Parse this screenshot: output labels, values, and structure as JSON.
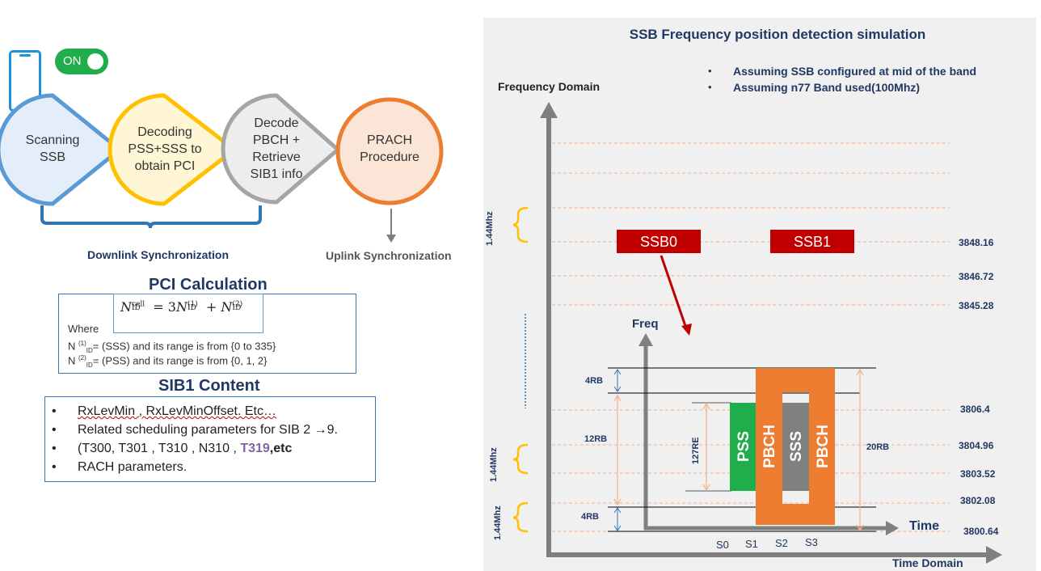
{
  "left": {
    "toggle_label": "ON",
    "steps": [
      {
        "lines": [
          "Scanning",
          "SSB"
        ]
      },
      {
        "lines": [
          "Decoding",
          "PSS+SSS to",
          "obtain PCI"
        ]
      },
      {
        "lines": [
          "Decode",
          "PBCH +",
          "Retrieve",
          "SIB1 info"
        ]
      },
      {
        "lines": [
          "PRACH",
          "Procedure"
        ]
      }
    ],
    "downlink_label": "Downlink Synchronization",
    "uplink_label": "Uplink Synchronization",
    "pci_title": "PCI Calculation",
    "pci_formula": "N_ID^cell = 3N_ID^(1) + N_ID^(2)",
    "pci_where": "Where",
    "pci_lines": [
      {
        "sup": "(1)",
        "text": "= (SSS) and its range is from {0 to 335}"
      },
      {
        "sup": "(2)",
        "text": "= (PSS) and its range is from {0, 1, 2}"
      }
    ],
    "sib_title": "SIB1 Content",
    "sib_items": [
      "RxLevMin , RxLevMinOffset. Etc…",
      "Related scheduling parameters for SIB 2 →9.",
      "(T300, T301 , T310 , N310 , ",
      "RACH parameters."
    ],
    "sib_item3_highlight": "T319",
    "sib_item3_tail": ",etc"
  },
  "right": {
    "title": "SSB Frequency position detection simulation",
    "assumptions": [
      "Assuming SSB configured at mid of the band",
      "Assuming n77 Band  used(100Mhz)"
    ],
    "freq_domain_label": "Frequency Domain",
    "time_domain_label": "Time Domain",
    "bandwidth_labels": [
      "1.44Mhz",
      "1.44Mhz",
      "1.44Mhz"
    ],
    "ssb_labels": [
      "SSB0",
      "SSB1"
    ],
    "freq_values": [
      "3848.16",
      "3846.72",
      "3845.28",
      "3806.4",
      "3804.96",
      "3803.52",
      "3802.08",
      "3800.64"
    ],
    "inner": {
      "freq_label": "Freq",
      "time_label": "Time",
      "rb_labels": [
        "4RB",
        "12RB",
        "4RB",
        "20RB"
      ],
      "re_label": "127RE",
      "blocks": [
        "PSS",
        "PBCH",
        "SSS",
        "PBCH"
      ],
      "symbols": [
        "S0",
        "S1",
        "S2",
        "S3"
      ]
    },
    "colors": {
      "ssb": "#c00000",
      "pss": "#1fae4b",
      "pbch": "#ed7d31",
      "sss": "#808080",
      "axis": "#7f7f7f",
      "dash": "#f4b183",
      "bracket": "#ffc000"
    }
  }
}
